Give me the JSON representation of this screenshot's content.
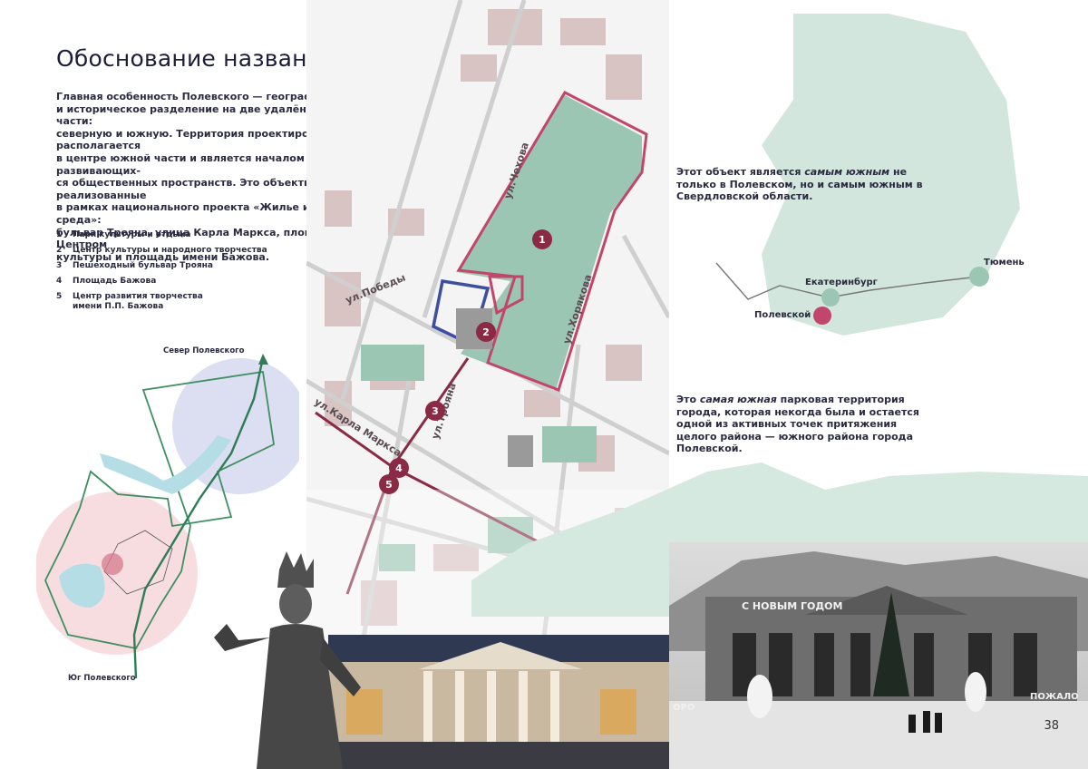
{
  "title": "Обоснование названия проекта",
  "intro_lines": [
    "Главная особенность Полевского — географическое",
    "и историческое разделение на две удалённые друг от друга части:",
    "северную и южную. Территория проектирования располагается",
    "в центре южной части и является началом цепочки развивающих-",
    "ся общественных пространств. Это объекты уже реализованные",
    "в рамках национального проекта «Жилье и городская среда»:",
    "бульвар Трояна, улица Карла Маркса, площадь перед Центром",
    "культуры и площадь имени Бажова."
  ],
  "legend": [
    {
      "num": "1",
      "label": "Парк культуры и отдыха"
    },
    {
      "num": "2",
      "label": "Центр культуры и народного творчества"
    },
    {
      "num": "3",
      "label": "Пешеходный бульвар Трояна"
    },
    {
      "num": "4",
      "label": "Площадь Бажова"
    },
    {
      "num": "5",
      "label": "Центр развития творчества имени П.П. Бажова"
    }
  ],
  "city_map": {
    "north_label": "Север Полевского",
    "south_label": "Юг Полевского"
  },
  "streets": {
    "chekhova": "ул.Чехова",
    "khoryakova": "ул.Хорякова",
    "pobedy": "ул.Победы",
    "karla_marksa": "ул.Карла Маркса",
    "troyana": "ул.Трояна"
  },
  "markers": [
    "1",
    "2",
    "3",
    "4",
    "5"
  ],
  "region_text": {
    "before": "Этот объект является ",
    "emph": "самым южным",
    "after": " не только в Полевском, но и самым южным в Свердловской области."
  },
  "region_map": {
    "ekaterinburg": "Екатеринбург",
    "tyumen": "Тюмень",
    "polevskoy": "Полевской"
  },
  "park_text": {
    "before": "Это ",
    "emph": "самая южная",
    "after": " парковая территория города, которая некогда была и остается одной из активных точек притяжения целого района — южного района города Полевской."
  },
  "photo_sign": "С НОВЫМ ГОДОМ",
  "photo_sign_right": "ПОЖАЛО",
  "photo_sign_left": "ОРО",
  "page_number": "38",
  "colors": {
    "title": "#1d1d3a",
    "accent": "#b83a5e",
    "marker": "#8a2a45",
    "green": "#9cc6b4",
    "blue": "#3d4f9e"
  }
}
